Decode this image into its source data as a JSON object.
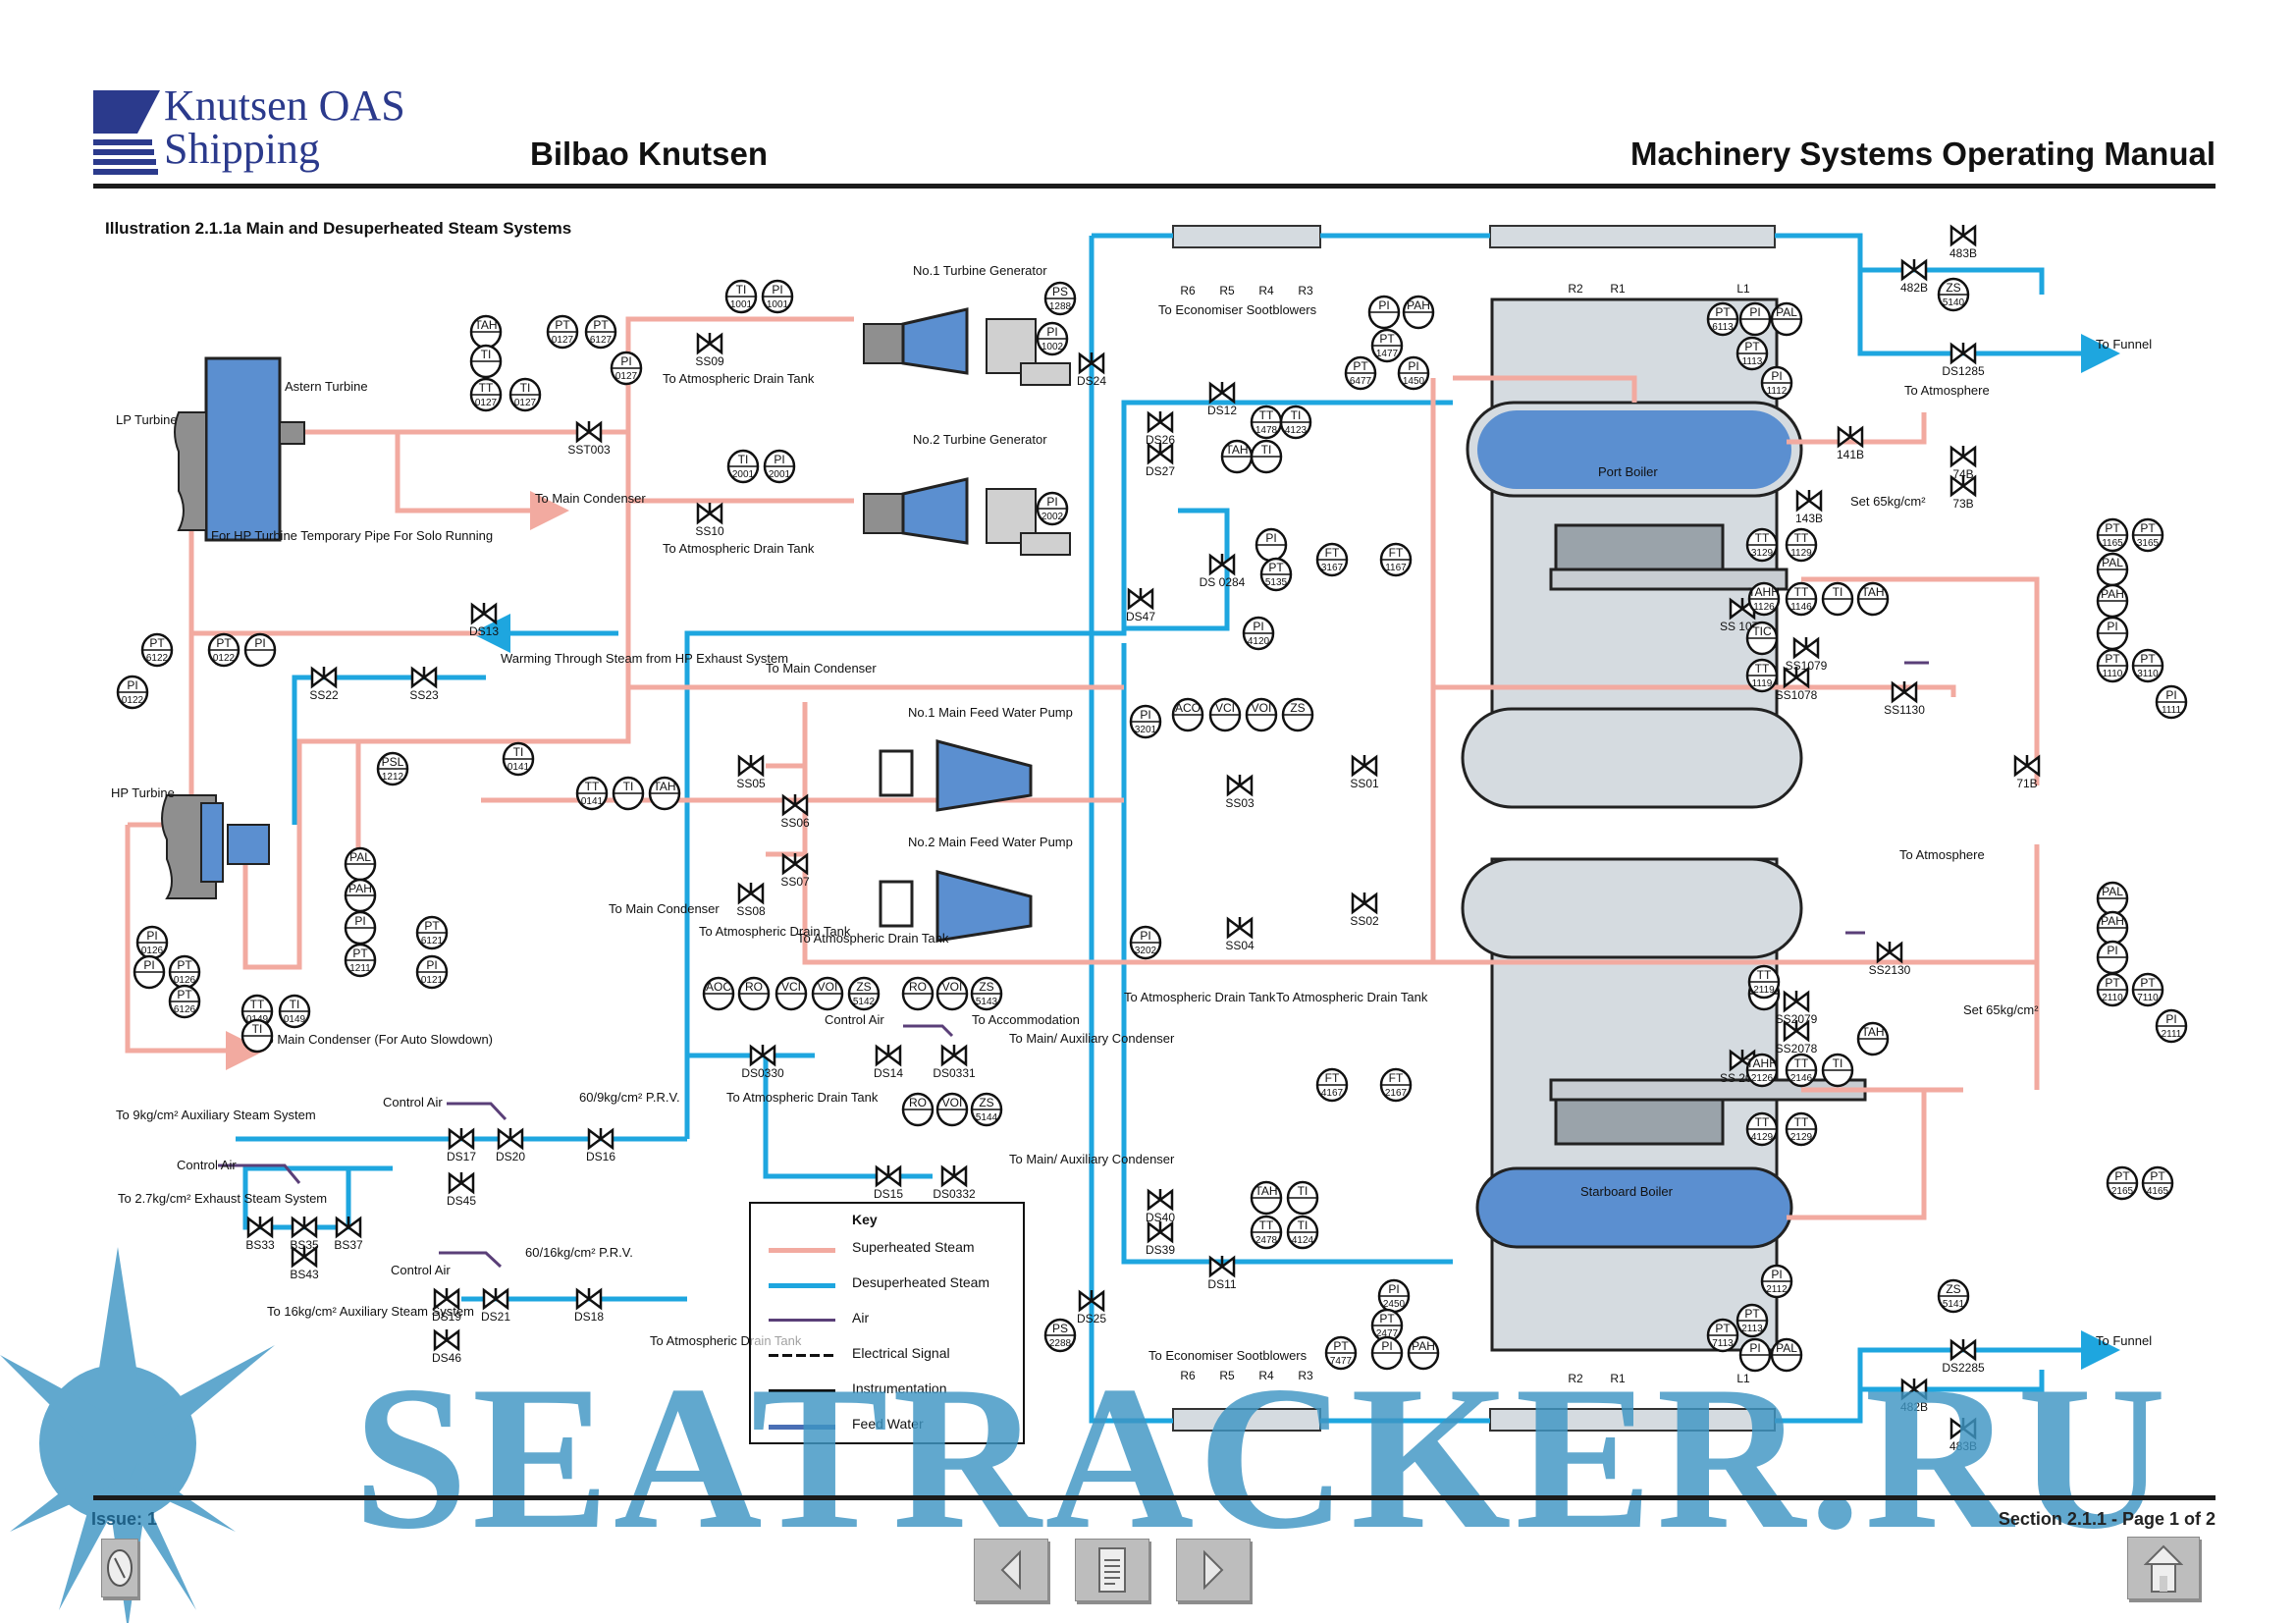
{
  "header": {
    "company_line1": "Knutsen OAS",
    "company_line2": "Shipping",
    "vessel": "Bilbao Knutsen",
    "manual": "Machinery Systems Operating Manual",
    "illustration_title": "Illustration 2.1.1a Main and Desuperheated Steam Systems"
  },
  "colors": {
    "superheated": "#f2aaa0",
    "desuperheated": "#1ea6df",
    "air": "#5a3f78",
    "instrument": "#111111",
    "feed_water": "#4a6fb5",
    "equipment_blue": "#5b8fd0",
    "boiler_grey": "#d5dbe0",
    "watermark": "#3f96c4",
    "brand": "#2b3a8c"
  },
  "key": {
    "title": "Key",
    "items": [
      {
        "label": "Superheated Steam",
        "style": "superheated"
      },
      {
        "label": "Desuperheated Steam",
        "style": "desuperheated"
      },
      {
        "label": "Air",
        "style": "air"
      },
      {
        "label": "Electrical Signal",
        "style": "electrical"
      },
      {
        "label": "Instrumentation",
        "style": "instrument"
      },
      {
        "label": "Feed Water",
        "style": "feed_water"
      }
    ]
  },
  "equipment": {
    "lp_turbine": "LP Turbine",
    "astern_turbine": "Astern Turbine",
    "hp_turbine": "HP Turbine",
    "tg1": "No.1 Turbine Generator",
    "tg2": "No.2 Turbine Generator",
    "fwp1": "No.1 Main Feed Water Pump",
    "fwp2": "No.2 Main Feed Water Pump",
    "port_boiler": "Port Boiler",
    "stbd_boiler": "Starboard Boiler"
  },
  "notes": {
    "hp_temp_pipe": "For HP Turbine Temporary Pipe For Solo Running",
    "warming": "Warming Through Steam from HP Exhaust System",
    "to_main_condenser": "To Main Condenser",
    "to_main_condenser_auto": "To Main Condenser (For Auto Slowdown)",
    "to_atm_drain": "To Atmospheric Drain Tank",
    "to_9kg": "To 9kg/cm² Auxiliary Steam System",
    "to_27kg": "To 2.7kg/cm² Exhaust Steam System",
    "to_16kg": "To 16kg/cm² Auxiliary Steam System",
    "prv_60_9": "60/9kg/cm² P.R.V.",
    "prv_60_16": "60/16kg/cm² P.R.V.",
    "control_air": "Control Air",
    "to_accommodation": "To Accommodation",
    "to_main_aux_condenser": "To Main/ Auxiliary Condenser",
    "to_econ_sootblowers": "To Economiser Sootblowers",
    "to_funnel": "To Funnel",
    "to_atmosphere": "To Atmosphere",
    "set_65": "Set 65kg/cm²"
  },
  "sootblowers": {
    "economiser": [
      "R6",
      "R5",
      "R4",
      "R3"
    ],
    "boiler": [
      "R2",
      "R1",
      "L1"
    ]
  },
  "valves": {
    "lp_area": [
      "SST003",
      "DS13",
      "SS22",
      "SS23"
    ],
    "tg_area": [
      "SS09",
      "SS10",
      "DS24",
      "DS25"
    ],
    "fwp_area": [
      "SS05",
      "SS06",
      "SS07",
      "SS08",
      "SS03",
      "SS04",
      "SS01",
      "SS02"
    ],
    "aux": [
      "DS0330",
      "DS14",
      "DS0331",
      "DS15",
      "DS0332",
      "DS17",
      "DS20",
      "DS16",
      "DS45",
      "BS33",
      "BS35",
      "BS37",
      "BS43",
      "DS19",
      "DS21",
      "DS18",
      "DS46"
    ],
    "port_boiler": [
      "DS12",
      "DS26",
      "DS27",
      "DS47",
      "DS 0284",
      "141B",
      "143B",
      "74B",
      "73B",
      "71B",
      "SS 1077",
      "SS1079",
      "SS1078",
      "SS1130",
      "482B",
      "483B",
      "DS1285"
    ],
    "stbd_boiler": [
      "DS11",
      "DS40",
      "DS39",
      "SS2130",
      "SS2079",
      "SS2078",
      "SS 2077",
      "DS2285",
      "482B",
      "483B"
    ]
  },
  "instruments": {
    "lp": [
      [
        "TAH",
        ""
      ],
      [
        "TI",
        ""
      ],
      [
        "TT",
        "0127"
      ],
      [
        "TI",
        "0127"
      ],
      [
        "PT",
        "0127"
      ],
      [
        "PT",
        "6127"
      ],
      [
        "PI",
        "0127"
      ]
    ],
    "hp": [
      [
        "PT",
        "6122"
      ],
      [
        "PT",
        "0122"
      ],
      [
        "PI",
        ""
      ],
      [
        "PI",
        "0122"
      ],
      [
        "PSL",
        "1212"
      ],
      [
        "TI",
        "0141"
      ],
      [
        "TT",
        "0141"
      ],
      [
        "TI",
        ""
      ],
      [
        "TAH",
        ""
      ],
      [
        "PAL",
        ""
      ],
      [
        "PAH",
        ""
      ],
      [
        "PI",
        ""
      ],
      [
        "PT",
        "1211"
      ],
      [
        "PT",
        "6121"
      ],
      [
        "PI",
        "0121"
      ],
      [
        "PI",
        "0126"
      ],
      [
        "PI",
        ""
      ],
      [
        "PT",
        "0126"
      ],
      [
        "PT",
        "6126"
      ],
      [
        "TT",
        "0149"
      ],
      [
        "TI",
        "0149"
      ],
      [
        "TI",
        ""
      ]
    ],
    "tg": [
      [
        "TI",
        "1001"
      ],
      [
        "PI",
        "1001"
      ],
      [
        "TI",
        "2001"
      ],
      [
        "PI",
        "2001"
      ],
      [
        "PI",
        "1002"
      ],
      [
        "PI",
        "2002"
      ],
      [
        "PS",
        "1288"
      ],
      [
        "PS",
        "2288"
      ]
    ],
    "fwp": [
      [
        "PI",
        "3201"
      ],
      [
        "PI",
        "3202"
      ],
      [
        "ACO",
        ""
      ],
      [
        "VCI",
        ""
      ],
      [
        "VOI",
        ""
      ],
      [
        "ZS",
        ""
      ]
    ],
    "aux": [
      [
        "AOC",
        ""
      ],
      [
        "RO",
        ""
      ],
      [
        "VCI",
        ""
      ],
      [
        "VOI",
        ""
      ],
      [
        "ZS",
        "5142"
      ],
      [
        "RO",
        ""
      ],
      [
        "VOI",
        ""
      ],
      [
        "ZS",
        "5143"
      ],
      [
        "RO",
        ""
      ],
      [
        "VOI",
        ""
      ],
      [
        "ZS",
        "5144"
      ]
    ],
    "port": [
      [
        "PI",
        ""
      ],
      [
        "PAH",
        ""
      ],
      [
        "PT",
        "1477"
      ],
      [
        "PT",
        "6477"
      ],
      [
        "PI",
        "1450"
      ],
      [
        "TT",
        "1478"
      ],
      [
        "TI",
        "4123"
      ],
      [
        "TAH",
        ""
      ],
      [
        "TI",
        ""
      ],
      [
        "PI",
        ""
      ],
      [
        "PT",
        "5135"
      ],
      [
        "PI",
        "4120"
      ],
      [
        "FT",
        "3167"
      ],
      [
        "FT",
        "1167"
      ],
      [
        "PT",
        "6113"
      ],
      [
        "PI",
        ""
      ],
      [
        "PAL",
        ""
      ],
      [
        "PT",
        "1113"
      ],
      [
        "PI",
        "1112"
      ],
      [
        "TT",
        "3129"
      ],
      [
        "TT",
        "1129"
      ],
      [
        "TAHH",
        "1126"
      ],
      [
        "TT",
        "1146"
      ],
      [
        "TI",
        ""
      ],
      [
        "TAH",
        ""
      ],
      [
        "TIC",
        ""
      ],
      [
        "TT",
        "1119"
      ],
      [
        "ZS",
        "5140"
      ],
      [
        "PT",
        "1165"
      ],
      [
        "PT",
        "3165"
      ],
      [
        "PAL",
        ""
      ],
      [
        "PAH",
        ""
      ],
      [
        "PI",
        ""
      ],
      [
        "PT",
        "1110"
      ],
      [
        "PT",
        "3110"
      ],
      [
        "PI",
        "1111"
      ]
    ],
    "stbd": [
      [
        "TAH",
        ""
      ],
      [
        "TI",
        ""
      ],
      [
        "TT",
        "2478"
      ],
      [
        "TI",
        "4124"
      ],
      [
        "PI",
        "2450"
      ],
      [
        "PT",
        "2477"
      ],
      [
        "PT",
        "7477"
      ],
      [
        "PI",
        ""
      ],
      [
        "PAH",
        ""
      ],
      [
        "FT",
        "4167"
      ],
      [
        "FT",
        "2167"
      ],
      [
        "PI",
        "2112"
      ],
      [
        "PT",
        "2113"
      ],
      [
        "PT",
        "7113"
      ],
      [
        "PI",
        ""
      ],
      [
        "PAL",
        ""
      ],
      [
        "TAHH",
        "2126"
      ],
      [
        "TT",
        "2146"
      ],
      [
        "TI",
        ""
      ],
      [
        "TAH",
        ""
      ],
      [
        "TT",
        "4129"
      ],
      [
        "TT",
        "2129"
      ],
      [
        "TIC",
        ""
      ],
      [
        "TT",
        "2119"
      ],
      [
        "ZS",
        "5141"
      ],
      [
        "PAL",
        ""
      ],
      [
        "PAH",
        ""
      ],
      [
        "PI",
        ""
      ],
      [
        "PT",
        "2110"
      ],
      [
        "PT",
        "7110"
      ],
      [
        "PI",
        "2111"
      ],
      [
        "PT",
        "2165"
      ],
      [
        "PT",
        "4165"
      ]
    ]
  },
  "footer": {
    "issue": "Issue: 1",
    "section": "Section 2.1.1  -  Page 1 of 2"
  },
  "nav": {
    "help": "help-icon",
    "prev": "previous-page-icon",
    "contents": "contents-icon",
    "next": "next-page-icon",
    "home": "home-icon"
  },
  "watermark": {
    "text": "SEATRACKER.RU"
  }
}
